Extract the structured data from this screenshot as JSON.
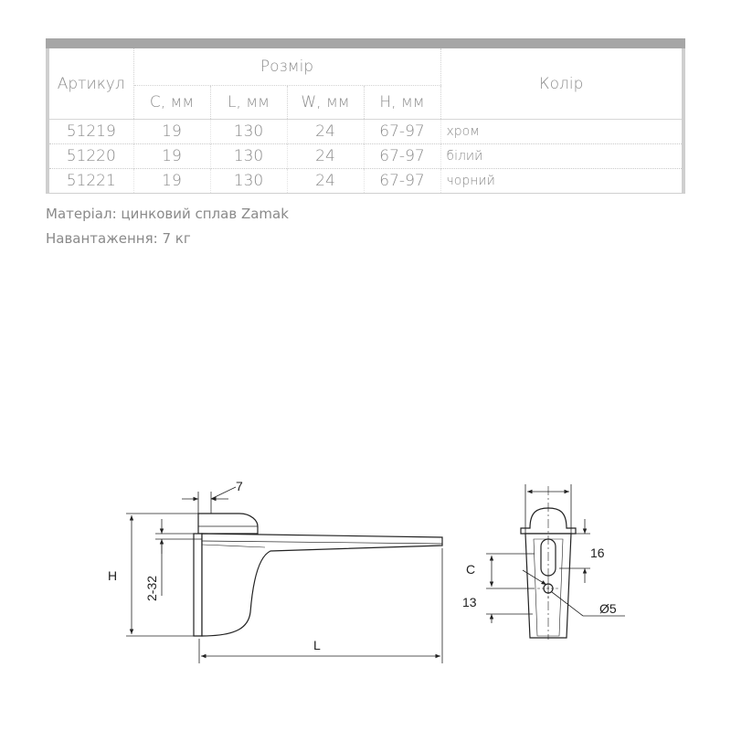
{
  "table": {
    "header": {
      "article": "Артикул",
      "size": "Розмір",
      "color": "Колір",
      "size_columns": [
        "C, мм",
        "L, мм",
        "W, мм",
        "H, мм"
      ]
    },
    "rows": [
      {
        "article": "51219",
        "c": "19",
        "l": "130",
        "w": "24",
        "h": "67-97",
        "color": "хром"
      },
      {
        "article": "51220",
        "c": "19",
        "l": "130",
        "w": "24",
        "h": "67-97",
        "color": "білий"
      },
      {
        "article": "51221",
        "c": "19",
        "l": "130",
        "w": "24",
        "h": "67-97",
        "color": "чорний"
      }
    ]
  },
  "notes": {
    "material": "Матеріал: цинковий сплав Zamak",
    "load": "Навантаження: 7 кг"
  },
  "drawing": {
    "side_view": {
      "dim_top": "7",
      "dim_h": "H",
      "dim_range": "2-32",
      "dim_l": "L"
    },
    "front_view": {
      "dim_c": "C",
      "dim_13": "13",
      "dim_16": "16",
      "dim_hole": "Ø5"
    }
  }
}
